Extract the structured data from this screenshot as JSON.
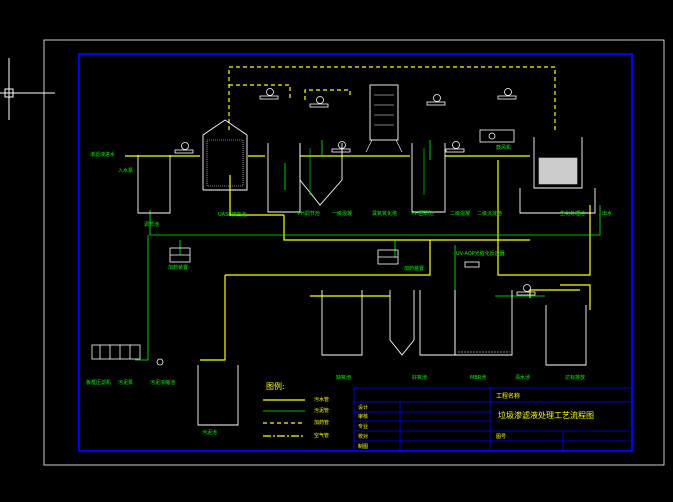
{
  "drawing": {
    "title": "垃圾渗滤液处理工艺流程图",
    "project_label": "工程名称",
    "block_rows": [
      "设计",
      "审核",
      "专业",
      "校对",
      "制图"
    ],
    "block_right_label": "图号",
    "legend_title": "图例:",
    "legend_items": [
      "污水管",
      "污泥管",
      "加药管",
      "空气管"
    ]
  },
  "labels": {
    "inlet": "渗滤液进水",
    "inlet_pump": "入水泵",
    "regulating": "调节池",
    "uasb": "UASB厌氧池",
    "ph1": "PH调节池",
    "coag1": "一级混凝",
    "ph2": "PH回调池",
    "coag2": "二级混凝",
    "sed2": "二级沉淀池",
    "ozone": "臭氧氧化塔",
    "bio": "生化处理池",
    "outlet": "出水",
    "uv": "UV-AOP光催化反应器",
    "anoxic": "缺氧池",
    "aerobic": "好氧池",
    "mbr": "MBR池",
    "clear": "清水池",
    "sludge_pump": "污泥泵",
    "filter_press": "板框压滤机",
    "sludge_tank": "污泥浓缩池",
    "sludge_pool": "污泥池",
    "dosing1": "加药装置",
    "dosing2": "加药装置",
    "fan": "鼓风机",
    "discharge": "达标排放"
  }
}
